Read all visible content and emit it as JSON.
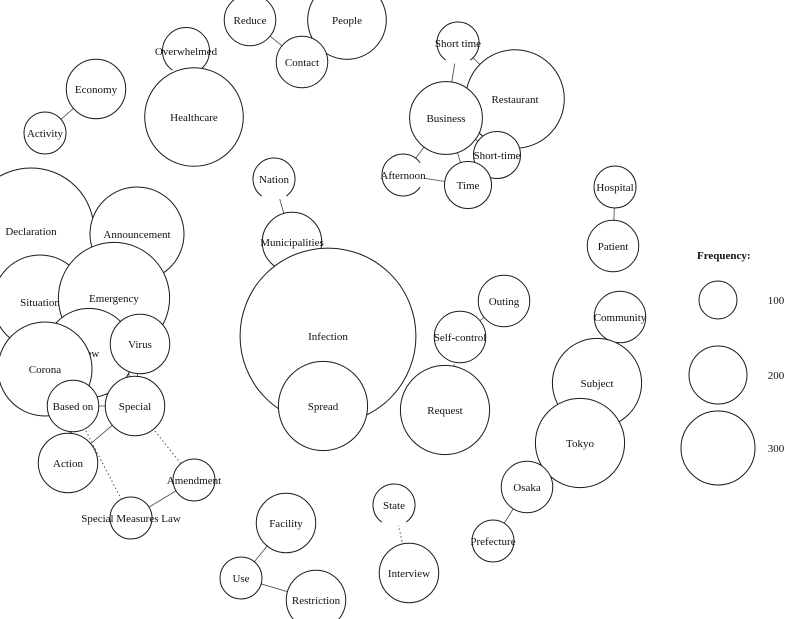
{
  "nodes": [
    {
      "id": "reduce",
      "label": "Reduce",
      "freq": 30
    },
    {
      "id": "people",
      "label": "People",
      "freq": 70
    },
    {
      "id": "contact",
      "label": "Contact",
      "freq": 30
    },
    {
      "id": "overwhelmed",
      "label": "Overwhelmed",
      "freq": 25
    },
    {
      "id": "healthcare",
      "label": "Healthcare",
      "freq": 110
    },
    {
      "id": "economy",
      "label": "Economy",
      "freq": 40
    },
    {
      "id": "activity",
      "label": "Activity",
      "freq": 20
    },
    {
      "id": "short_time",
      "label": "Short time",
      "freq": 20
    },
    {
      "id": "restaurant",
      "label": "Restaurant",
      "freq": 110
    },
    {
      "id": "business",
      "label": "Business",
      "freq": 60
    },
    {
      "id": "short_time2",
      "label": "Short-time",
      "freq": 25
    },
    {
      "id": "afternoon",
      "label": "Afternoon",
      "freq": 20
    },
    {
      "id": "time",
      "label": "Time",
      "freq": 25
    },
    {
      "id": "nation",
      "label": "Nation",
      "freq": 20
    },
    {
      "id": "municipalities",
      "label": "Municipalities",
      "freq": 40
    },
    {
      "id": "hospital",
      "label": "Hospital",
      "freq": 20
    },
    {
      "id": "patient",
      "label": "Patient",
      "freq": 30
    },
    {
      "id": "declaration",
      "label": "Declaration",
      "freq": 180
    },
    {
      "id": "announcement",
      "label": "Announcement",
      "freq": 100
    },
    {
      "id": "situation",
      "label": "Situation",
      "freq": 100
    },
    {
      "id": "emergency",
      "label": "Emergency",
      "freq": 140
    },
    {
      "id": "new",
      "label": "New",
      "freq": 90
    },
    {
      "id": "virus",
      "label": "Virus",
      "freq": 40
    },
    {
      "id": "corona",
      "label": "Corona",
      "freq": 100
    },
    {
      "id": "based_on",
      "label": "Based on",
      "freq": 30
    },
    {
      "id": "special",
      "label": "Special",
      "freq": 40
    },
    {
      "id": "action",
      "label": "Action",
      "freq": 40
    },
    {
      "id": "amendment",
      "label": "Amendment",
      "freq": 20
    },
    {
      "id": "special_measures_law",
      "label": "Special Measures Law",
      "freq": 20
    },
    {
      "id": "infection",
      "label": "Infection",
      "freq": 350
    },
    {
      "id": "spread",
      "label": "Spread",
      "freq": 90
    },
    {
      "id": "outing",
      "label": "Outing",
      "freq": 30
    },
    {
      "id": "self_control",
      "label": "Self-control",
      "freq": 30
    },
    {
      "id": "request",
      "label": "Request",
      "freq": 90
    },
    {
      "id": "community",
      "label": "Community",
      "freq": 30
    },
    {
      "id": "subject",
      "label": "Subject",
      "freq": 90
    },
    {
      "id": "tokyo",
      "label": "Tokyo",
      "freq": 90
    },
    {
      "id": "osaka",
      "label": "Osaka",
      "freq": 30
    },
    {
      "id": "prefecture",
      "label": "Prefecture",
      "freq": 20
    },
    {
      "id": "state",
      "label": "State",
      "freq": 20
    },
    {
      "id": "interview",
      "label": "Interview",
      "freq": 40
    },
    {
      "id": "facility",
      "label": "Facility",
      "freq": 40
    },
    {
      "id": "use",
      "label": "Use",
      "freq": 20
    },
    {
      "id": "restriction",
      "label": "Restriction",
      "freq": 40
    }
  ],
  "edges": [
    {
      "source": "reduce",
      "target": "contact",
      "style": "solid",
      "weight": 1
    },
    {
      "source": "people",
      "target": "contact",
      "style": "solid",
      "weight": 1
    },
    {
      "source": "overwhelmed",
      "target": "healthcare",
      "style": "dotted",
      "weight": 1
    },
    {
      "source": "economy",
      "target": "activity",
      "style": "solid",
      "weight": 1
    },
    {
      "source": "short_time",
      "target": "business",
      "style": "solid",
      "weight": 1
    },
    {
      "source": "short_time",
      "target": "restaurant",
      "style": "solid",
      "weight": 1
    },
    {
      "source": "business",
      "target": "restaurant",
      "style": "solid",
      "weight": 1
    },
    {
      "source": "business",
      "target": "afternoon",
      "style": "solid",
      "weight": 1
    },
    {
      "source": "business",
      "target": "short_time2",
      "style": "solid",
      "weight": 1
    },
    {
      "source": "business",
      "target": "time",
      "style": "solid",
      "weight": 1
    },
    {
      "source": "restaurant",
      "target": "short_time2",
      "style": "solid",
      "weight": 1
    },
    {
      "source": "restaurant",
      "target": "time",
      "style": "solid",
      "weight": 1
    },
    {
      "source": "afternoon",
      "target": "time",
      "style": "solid",
      "weight": 1
    },
    {
      "source": "short_time2",
      "target": "time",
      "style": "solid",
      "weight": 1
    },
    {
      "source": "nation",
      "target": "municipalities",
      "style": "solid",
      "weight": 1
    },
    {
      "source": "hospital",
      "target": "patient",
      "style": "solid",
      "weight": 1
    },
    {
      "source": "declaration",
      "target": "announcement",
      "style": "solid",
      "weight": 2
    },
    {
      "source": "declaration",
      "target": "situation",
      "style": "solid",
      "weight": 1
    },
    {
      "source": "declaration",
      "target": "emergency",
      "style": "solid",
      "weight": 2
    },
    {
      "source": "announcement",
      "target": "situation",
      "style": "solid",
      "weight": 1
    },
    {
      "source": "announcement",
      "target": "emergency",
      "style": "solid",
      "weight": 2
    },
    {
      "source": "situation",
      "target": "emergency",
      "style": "solid",
      "weight": 2
    },
    {
      "source": "situation",
      "target": "new",
      "style": "solid",
      "weight": 1
    },
    {
      "source": "situation",
      "target": "virus",
      "style": "solid",
      "weight": 1
    },
    {
      "source": "situation",
      "target": "corona",
      "style": "solid",
      "weight": 1
    },
    {
      "source": "situation",
      "target": "based_on",
      "style": "solid",
      "weight": 1
    },
    {
      "source": "emergency",
      "target": "new",
      "style": "solid",
      "weight": 2
    },
    {
      "source": "emergency",
      "target": "virus",
      "style": "solid",
      "weight": 1
    },
    {
      "source": "emergency",
      "target": "corona",
      "style": "solid",
      "weight": 1
    },
    {
      "source": "emergency",
      "target": "based_on",
      "style": "solid",
      "weight": 3
    },
    {
      "source": "emergency",
      "target": "special",
      "style": "solid",
      "weight": 1
    },
    {
      "source": "new",
      "target": "virus",
      "style": "solid",
      "weight": 1
    },
    {
      "source": "new",
      "target": "corona",
      "style": "solid",
      "weight": 3
    },
    {
      "source": "new",
      "target": "based_on",
      "style": "solid",
      "weight": 1
    },
    {
      "source": "new",
      "target": "special",
      "style": "solid",
      "weight": 1
    },
    {
      "source": "virus",
      "target": "corona",
      "style": "solid",
      "weight": 1
    },
    {
      "source": "virus",
      "target": "special",
      "style": "solid",
      "weight": 1
    },
    {
      "source": "virus",
      "target": "based_on",
      "style": "solid",
      "weight": 1
    },
    {
      "source": "corona",
      "target": "based_on",
      "style": "solid",
      "weight": 1
    },
    {
      "source": "corona",
      "target": "special",
      "style": "solid",
      "weight": 1
    },
    {
      "source": "based_on",
      "target": "action",
      "style": "solid",
      "weight": 2
    },
    {
      "source": "based_on",
      "target": "special",
      "style": "solid",
      "weight": 1
    },
    {
      "source": "based_on",
      "target": "special_measures_law",
      "style": "dotted",
      "weight": 1
    },
    {
      "source": "special",
      "target": "action",
      "style": "solid",
      "weight": 1
    },
    {
      "source": "special",
      "target": "amendment",
      "style": "dotted",
      "weight": 1
    },
    {
      "source": "amendment",
      "target": "special_measures_law",
      "style": "solid",
      "weight": 1
    },
    {
      "source": "infection",
      "target": "spread",
      "style": "solid",
      "weight": 2
    },
    {
      "source": "outing",
      "target": "self_control",
      "style": "solid",
      "weight": 1
    },
    {
      "source": "self_control",
      "target": "request",
      "style": "dotted",
      "weight": 1
    },
    {
      "source": "community",
      "target": "subject",
      "style": "dotted",
      "weight": 1
    },
    {
      "source": "subject",
      "target": "tokyo",
      "style": "dotted",
      "weight": 1
    },
    {
      "source": "tokyo",
      "target": "osaka",
      "style": "dotted",
      "weight": 1
    },
    {
      "source": "osaka",
      "target": "prefecture",
      "style": "solid",
      "weight": 1
    },
    {
      "source": "state",
      "target": "interview",
      "style": "dotted",
      "weight": 1
    },
    {
      "source": "facility",
      "target": "use",
      "style": "solid",
      "weight": 1
    },
    {
      "source": "use",
      "target": "restriction",
      "style": "solid",
      "weight": 1
    }
  ],
  "legend": {
    "title": "Frequency:",
    "entries": [
      {
        "label": "100",
        "value": 100
      },
      {
        "label": "200",
        "value": 200
      },
      {
        "label": "300",
        "value": 300
      }
    ]
  },
  "colors": {
    "stroke": "#1a1a1a",
    "background": "#ffffff"
  }
}
